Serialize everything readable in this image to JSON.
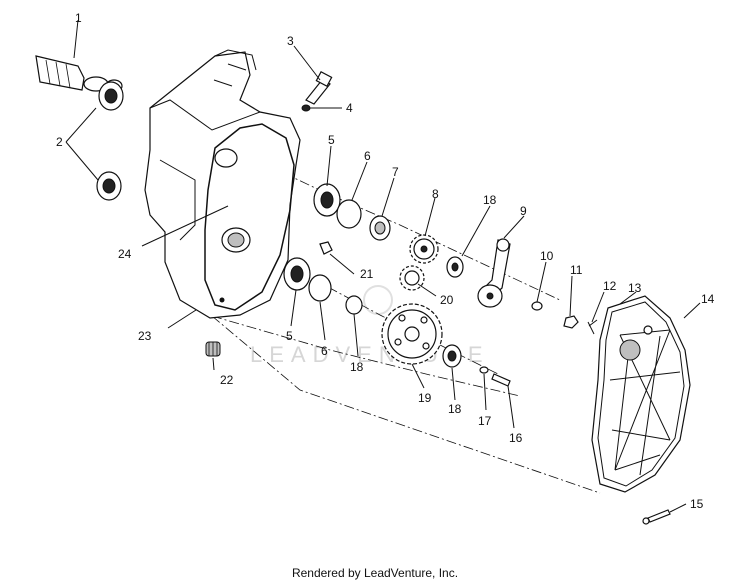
{
  "diagram": {
    "callouts": [
      "1",
      "2",
      "3",
      "4",
      "5",
      "6",
      "7",
      "8",
      "18",
      "9",
      "10",
      "11",
      "12",
      "13",
      "14",
      "24",
      "21",
      "20",
      "23",
      "5",
      "6",
      "18",
      "19",
      "18",
      "17",
      "16",
      "22",
      "15"
    ]
  },
  "watermark": "LEADVENTURE",
  "footer": "Rendered by LeadVenture, Inc."
}
